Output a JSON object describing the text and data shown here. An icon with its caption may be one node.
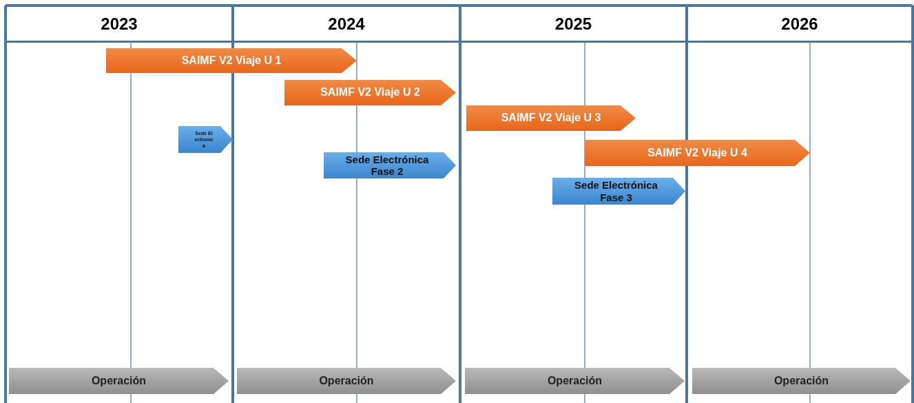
{
  "diagram": {
    "nodes": [
      {
        "text": [
          "2023"
        ]
      },
      {
        "text": [
          "2024"
        ]
      },
      {
        "text": [
          "2025"
        ]
      },
      {
        "text": [
          "2026"
        ]
      },
      {
        "text": [
          "SAIMF V2 Viaje U 1"
        ]
      },
      {
        "text": [
          "SAIMF V2 Viaje U 2"
        ]
      },
      {
        "text": [
          "SAIMF V2 Viaje U 3"
        ]
      },
      {
        "text": [
          "Sede Electronica"
        ]
      },
      {
        "text": [
          "SAIMF V2 Viaje U 4"
        ]
      },
      {
        "text": [
          "Sede Electrónica Fase 2"
        ]
      },
      {
        "text": [
          "Sede Electrónica Fase 3"
        ]
      },
      {
        "text": [
          "Operación"
        ]
      },
      {
        "text": [
          "Operación"
        ]
      },
      {
        "text": [
          "Operación"
        ]
      },
      {
        "text": [
          "Operación"
        ]
      }
    ]
  }
}
